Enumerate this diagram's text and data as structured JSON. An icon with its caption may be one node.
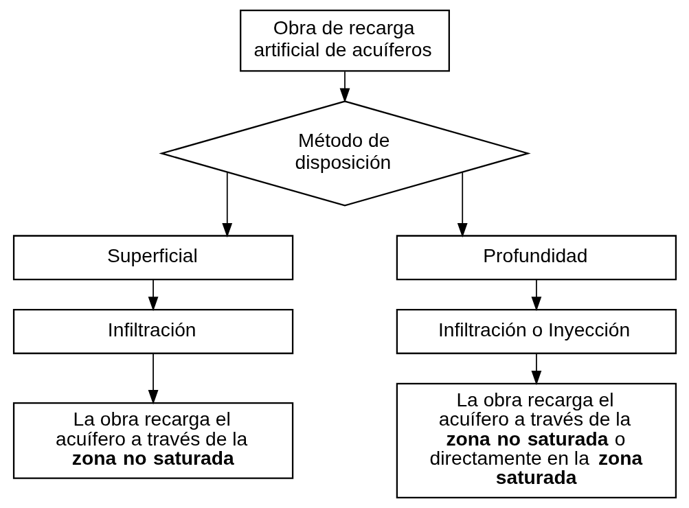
{
  "diagram": {
    "nodes": [
      {
        "text": [
          "Obra de recarga artificial de acuíferos"
        ]
      },
      {
        "text": [
          "Método de disposición"
        ]
      },
      {
        "text": [
          "Superficial"
        ]
      },
      {
        "text": [
          "Profundidad"
        ]
      },
      {
        "text": [
          "Infiltración"
        ]
      },
      {
        "text": [
          "Infiltración o Inyección"
        ]
      },
      {
        "text": [
          "La obra recarga el acuífero a través de la **zona no saturada**"
        ]
      },
      {
        "text": [
          "La obra recarga el acuífero a través de la **zona no saturada** o directamente en la **zona saturada**"
        ]
      }
    ],
    "edges": [
      {
        "from": 0,
        "to": 1,
        "arrow": "to"
      },
      {
        "from": 1,
        "to": 2,
        "arrow": "to"
      },
      {
        "from": 1,
        "to": 3,
        "arrow": "to"
      },
      {
        "from": 2,
        "to": 4,
        "arrow": "to"
      },
      {
        "from": 3,
        "to": 5,
        "arrow": "to"
      },
      {
        "from": 4,
        "to": 6,
        "arrow": "to"
      },
      {
        "from": 5,
        "to": 7,
        "arrow": "to"
      }
    ]
  }
}
